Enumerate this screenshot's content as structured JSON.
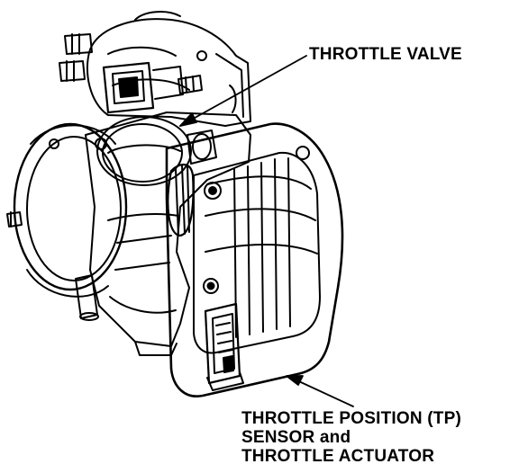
{
  "labels": {
    "throttle_valve": "THROTTLE VALVE",
    "tp_sensor": {
      "line1": "THROTTLE POSITION (TP)",
      "line2": "SENSOR and",
      "line3": "THROTTLE ACTUATOR"
    }
  },
  "colors": {
    "line": "#000000",
    "background": "#ffffff",
    "shade": "#000000"
  }
}
